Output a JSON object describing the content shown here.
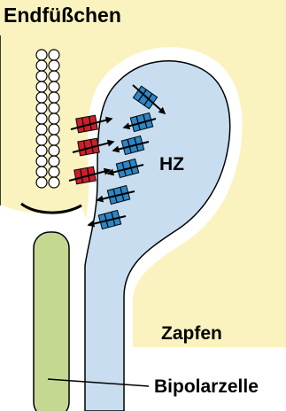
{
  "labels": {
    "endfuesschen": "Endfüßchen",
    "hz": "HZ",
    "zapfen": "Zapfen",
    "bipolarzelle": "Bipolarzelle"
  },
  "colors": {
    "cone_fill": "#fbf3bf",
    "horizontal_cell_fill": "#c8def0",
    "bipolar_cell_fill": "#c4d891",
    "glutamate_receptor": "#cc1f2a",
    "horizontal_receptor": "#2b86c6",
    "outline": "#000000"
  },
  "icons": {
    "vesicle": "vesicle-circle",
    "receptor_red": "red-receptor-channel",
    "receptor_blue": "blue-receptor-channel",
    "arrow": "black-arrow"
  }
}
